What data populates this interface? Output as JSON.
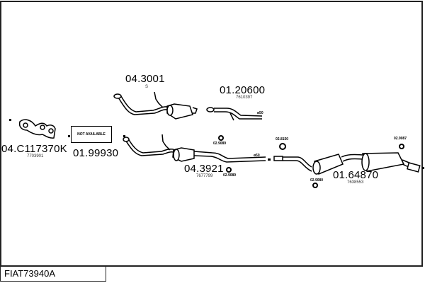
{
  "diagram": {
    "code": "FIAT73940A",
    "not_available_label": "NOT AVAILABLE",
    "parts": [
      {
        "number": "04.C117370K",
        "oem": "7703901",
        "name": "manifold"
      },
      {
        "number": "01.99930",
        "oem": "",
        "name": "not-available-part"
      },
      {
        "number": "04.3001",
        "oem": "S",
        "name": "front-pipe-catalyst-upper"
      },
      {
        "number": "01.20600",
        "oem": "7610397",
        "name": "intermediate-pipe-upper"
      },
      {
        "number": "04.3921",
        "oem": "7677799",
        "name": "front-pipe-catalyst"
      },
      {
        "number": "01.64870",
        "oem": "7638553",
        "name": "rear-silencer"
      }
    ],
    "accessories": [
      {
        "number": "02.9089",
        "name": "rubber-mount-a"
      },
      {
        "number": "02.9089",
        "name": "rubber-mount-b"
      },
      {
        "number": "02.8150",
        "name": "hanger-clamp"
      },
      {
        "number": "02.9080",
        "name": "rubber-mount-c"
      },
      {
        "number": "02.9087",
        "name": "rubber-mount-d"
      }
    ],
    "pipe_diameter_tags": [
      "ø50",
      "ø50"
    ]
  }
}
